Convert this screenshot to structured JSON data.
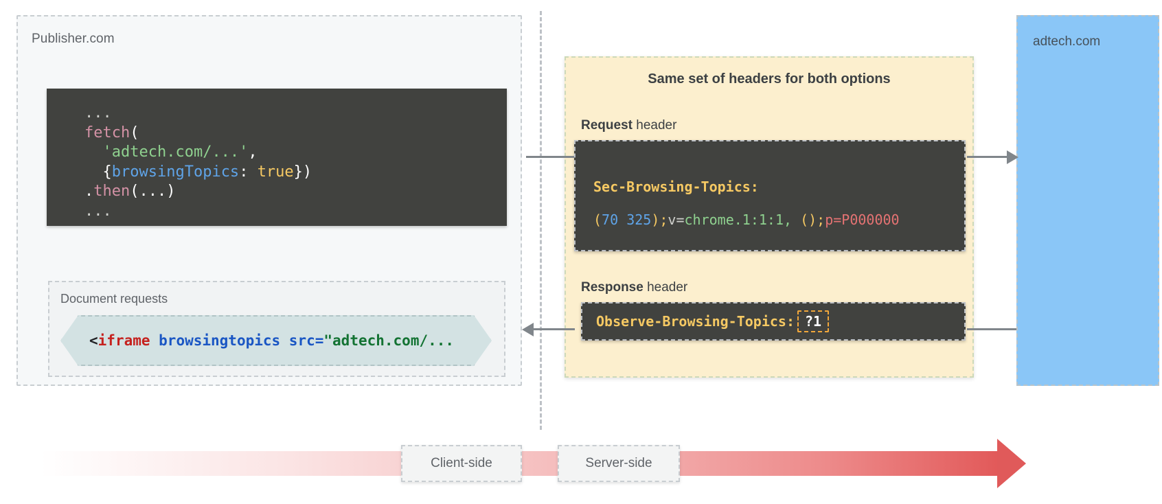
{
  "publisher": {
    "label": "Publisher.com",
    "fetch_code": {
      "line1_dots": "...",
      "fn_fetch": "fetch",
      "paren_open": "(",
      "string_url": "'adtech.com/...'",
      "comma": ",",
      "brace_open": "{",
      "prop": "browsingTopics",
      "colon": ": ",
      "bool": "true",
      "brace_close": "}",
      "paren_close": ")",
      "dot": ".",
      "fn_then": "then",
      "then_args": "(...)",
      "line_last_dots": "..."
    },
    "document_requests": {
      "label": "Document requests",
      "iframe_lt": "<",
      "iframe_tag": "iframe",
      "iframe_attr": " browsingtopics src=",
      "iframe_value": "\"adtech.com/..."
    }
  },
  "headers": {
    "title": "Same set of headers for both options",
    "request_caption_bold": "Request",
    "request_caption_rest": " header",
    "response_caption_bold": "Response",
    "response_caption_rest": " header",
    "request_header_name": "Sec-Browsing-Topics:",
    "request_header_value": {
      "paren_open": "(",
      "num1": "70",
      "space": " ",
      "num2": "325",
      "paren_close": ")",
      "semi1": ";",
      "v_key": "v=",
      "v_val": "chrome.1:1:1, ",
      "empty_parens": "()",
      "semi2": ";",
      "p_val": "p=P000000",
      "full": "(70 325);v=chrome.1:1:1, ();p=P000000"
    },
    "response_header_name": "Observe-Browsing-Topics:",
    "response_header_value": "?1"
  },
  "adtech": {
    "label": "adtech.com"
  },
  "timeline": {
    "client_label": "Client-side",
    "server_label": "Server-side"
  },
  "colors": {
    "publisher_bg": "#f6f8f9",
    "headers_bg": "#fcefce",
    "adtech_bg": "#8ac6f7",
    "code_bg": "#41423f",
    "iframe_bg": "#d3e2e3",
    "timeline_accent": "#e05a5a",
    "connector": "#80868b",
    "highlight_dash": "#f2a83b"
  }
}
